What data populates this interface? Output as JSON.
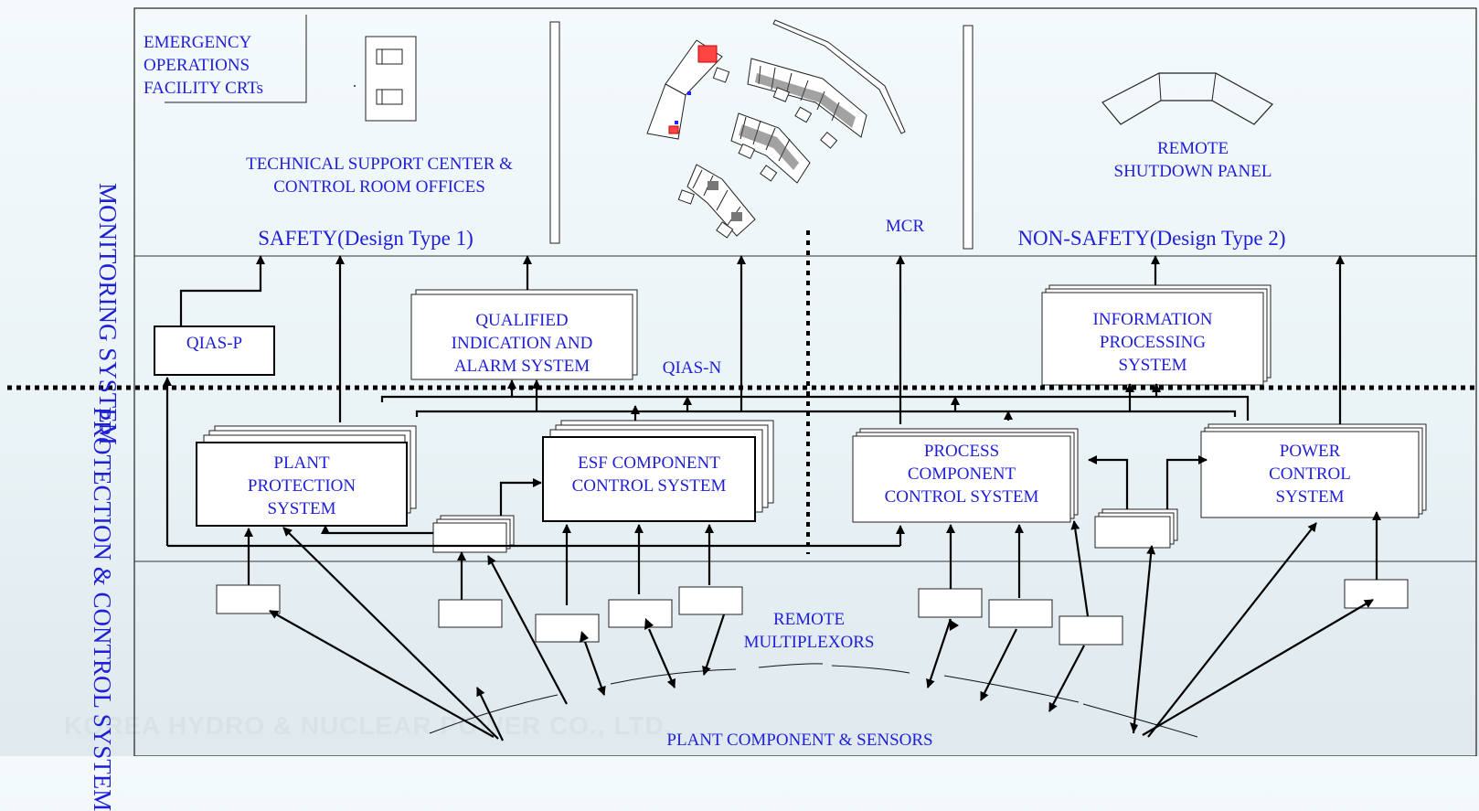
{
  "side_labels": {
    "monitoring": "MONITORING SYSTEM",
    "protection": "PROTECTION & CONTROL SYSTEM"
  },
  "top": {
    "emergency_facility": [
      "EMERGENCY",
      "OPERATIONS",
      "FACILITY CRTs"
    ],
    "technical_support": [
      "TECHNICAL SUPPORT CENTER &",
      "CONTROL ROOM OFFICES"
    ],
    "remote_shutdown": [
      "REMOTE",
      "SHUTDOWN PANEL"
    ],
    "mcr": "MCR",
    "safety_heading": "SAFETY(Design Type 1)",
    "nonsafety_heading": "NON-SAFETY(Design Type 2)"
  },
  "monitoring": {
    "qias_p": "QIAS-P",
    "qias": [
      "QUALIFIED",
      "INDICATION AND",
      "ALARM SYSTEM"
    ],
    "qias_n": "QIAS-N",
    "info_processing": [
      "INFORMATION",
      "PROCESSING",
      "SYSTEM"
    ]
  },
  "protection": {
    "pps": [
      "PLANT",
      "PROTECTION",
      "SYSTEM"
    ],
    "esf": [
      "ESF COMPONENT",
      "CONTROL SYSTEM"
    ],
    "pccs": [
      "PROCESS",
      "COMPONENT",
      "CONTROL SYSTEM"
    ],
    "power_control": [
      "POWER",
      "CONTROL",
      "SYSTEM"
    ]
  },
  "field": {
    "remote_multiplexors": [
      "REMOTE",
      "MULTIPLEXORS"
    ],
    "plant_components": "PLANT COMPONENT & SENSORS"
  },
  "watermark": "KOREA HYDRO & NUCLEAR POWER CO., LTD."
}
